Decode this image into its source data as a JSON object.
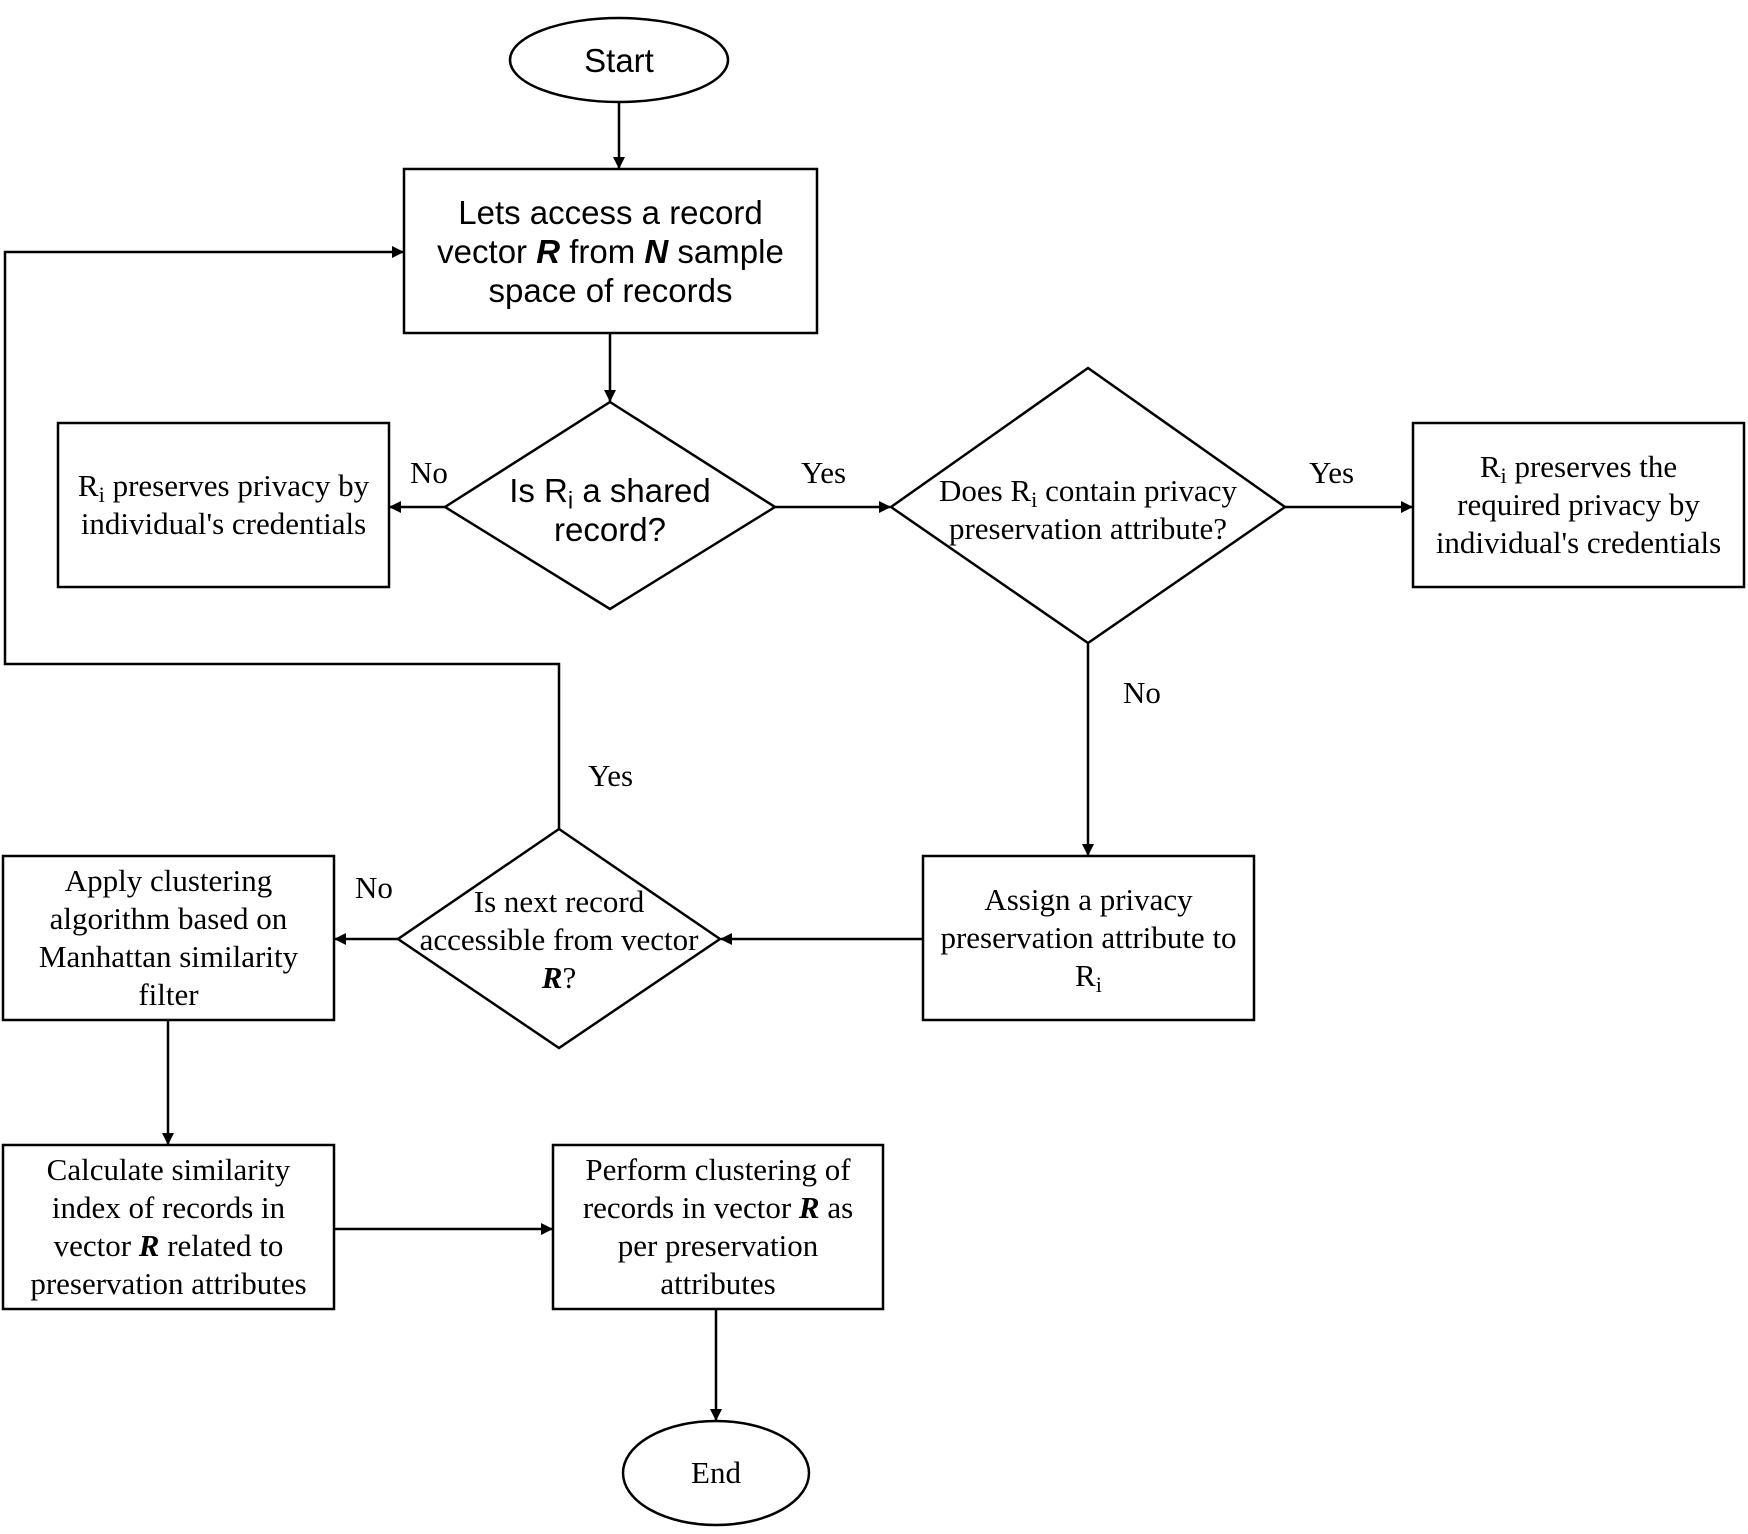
{
  "nodes": {
    "start": {
      "text": "Start"
    },
    "access": {
      "l1": "Lets access a record",
      "l2a": "vector ",
      "l2b": "R",
      "l2c": " from ",
      "l2d": "N",
      "l2e": " sample",
      "l3": "space of records"
    },
    "shared_q": {
      "l1a": "Is R",
      "l1b": "i",
      "l1c": " a shared",
      "l2": "record?"
    },
    "own_privacy": {
      "l1a": "R",
      "l1b": "i",
      "l1c": " preserves privacy by",
      "l2": "individual's credentials"
    },
    "contain_q": {
      "l1a": "Does R",
      "l1b": "i",
      "l1c": " contain privacy",
      "l2": "preservation attribute?"
    },
    "required_privacy": {
      "l1a": "R",
      "l1b": "i",
      "l1c": " preserves the",
      "l2": "required privacy by",
      "l3": "individual's credentials"
    },
    "assign": {
      "l1": "Assign a privacy",
      "l2": "preservation attribute to",
      "l3a": "R",
      "l3b": "i"
    },
    "next_q": {
      "l1": "Is next record",
      "l2": "accessible from vector",
      "l3a": "R",
      "l3b": "?"
    },
    "apply": {
      "l1": "Apply clustering",
      "l2": "algorithm based on",
      "l3": "Manhattan similarity",
      "l4": "filter"
    },
    "calc": {
      "l1": "Calculate similarity",
      "l2": "index of records in",
      "l3a": "vector ",
      "l3b": "R",
      "l3c": " related to",
      "l4": "preservation attributes"
    },
    "perform": {
      "l1": "Perform clustering of",
      "l2a": "records in vector ",
      "l2b": "R",
      "l2c": " as",
      "l3": "per preservation",
      "l4": "attributes"
    },
    "end": {
      "text": "End"
    }
  },
  "edge_labels": {
    "shared_no": "No",
    "shared_yes": "Yes",
    "contain_yes": "Yes",
    "contain_no": "No",
    "next_yes": "Yes",
    "next_no": "No"
  }
}
